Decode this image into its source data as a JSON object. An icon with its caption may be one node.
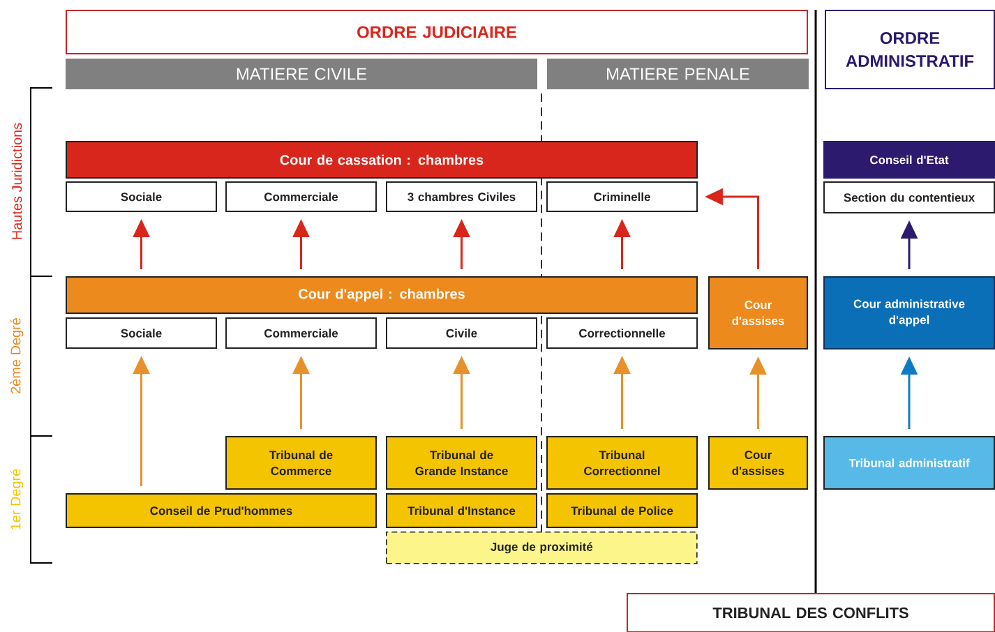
{
  "diagram": {
    "nodes": [
      {
        "text": [
          "ORDRE  JUDICIAIRE"
        ]
      },
      {
        "text": [
          "MATIERE  CIVILE"
        ]
      },
      {
        "text": [
          "MATIERE  PENALE"
        ]
      },
      {
        "text": [
          "ORDRE ADMINISTRATIF"
        ]
      },
      {
        "text": [
          "Cour de cassation : chambres"
        ]
      },
      {
        "text": [
          "Sociale"
        ]
      },
      {
        "text": [
          "Commerciale"
        ]
      },
      {
        "text": [
          "3 chambres Civiles"
        ]
      },
      {
        "text": [
          "Criminelle"
        ]
      },
      {
        "text": [
          "Conseil d'Etat"
        ]
      },
      {
        "text": [
          "Section du contentieux"
        ]
      },
      {
        "text": [
          "Cour d'appel : chambres"
        ]
      },
      {
        "text": [
          "Sociale"
        ]
      },
      {
        "text": [
          "Commerciale"
        ]
      },
      {
        "text": [
          "Civile"
        ]
      },
      {
        "text": [
          "Correctionnelle"
        ]
      },
      {
        "text": [
          "Cour d'assises"
        ]
      },
      {
        "text": [
          "Cour administrative d'appel"
        ]
      },
      {
        "text": [
          "Tribunal de Commerce"
        ]
      },
      {
        "text": [
          "Tribunal de Grande Instance"
        ]
      },
      {
        "text": [
          "Tribunal Correctionnel"
        ]
      },
      {
        "text": [
          "Cour d'assises"
        ]
      },
      {
        "text": [
          "Tribunal administratif"
        ]
      },
      {
        "text": [
          "Conseil de Prud'hommes"
        ]
      },
      {
        "text": [
          "Tribunal d'Instance"
        ]
      },
      {
        "text": [
          "Tribunal de Police"
        ]
      },
      {
        "text": [
          "Juge de proximité"
        ]
      },
      {
        "text": [
          "TRIBUNAL  DES  CONFLITS"
        ]
      }
    ],
    "edges": [
      {
        "from": 11,
        "to": 5,
        "arrow": "to",
        "color": "#d9261c"
      },
      {
        "from": 11,
        "to": 6,
        "arrow": "to",
        "color": "#d9261c"
      },
      {
        "from": 11,
        "to": 7,
        "arrow": "to",
        "color": "#d9261c"
      },
      {
        "from": 11,
        "to": 8,
        "arrow": "to",
        "color": "#d9261c"
      },
      {
        "from": 16,
        "to": 8,
        "arrow": "to",
        "color": "#d9261c"
      },
      {
        "from": 17,
        "to": 10,
        "arrow": "to",
        "color": "#2b1a6e"
      },
      {
        "from": 23,
        "to": 12,
        "arrow": "to",
        "color": "#e8912a"
      },
      {
        "from": 18,
        "to": 13,
        "arrow": "to",
        "color": "#e8912a"
      },
      {
        "from": 19,
        "to": 14,
        "arrow": "to",
        "color": "#e8912a"
      },
      {
        "from": 20,
        "to": 15,
        "arrow": "to",
        "color": "#e8912a"
      },
      {
        "from": 21,
        "to": 16,
        "arrow": "to",
        "color": "#e8912a"
      },
      {
        "from": 22,
        "to": 17,
        "arrow": "to",
        "color": "#0e7cc4"
      }
    ],
    "labels": [
      "Hautes Juridictions",
      "2ème Degré",
      "1er Degré"
    ]
  }
}
